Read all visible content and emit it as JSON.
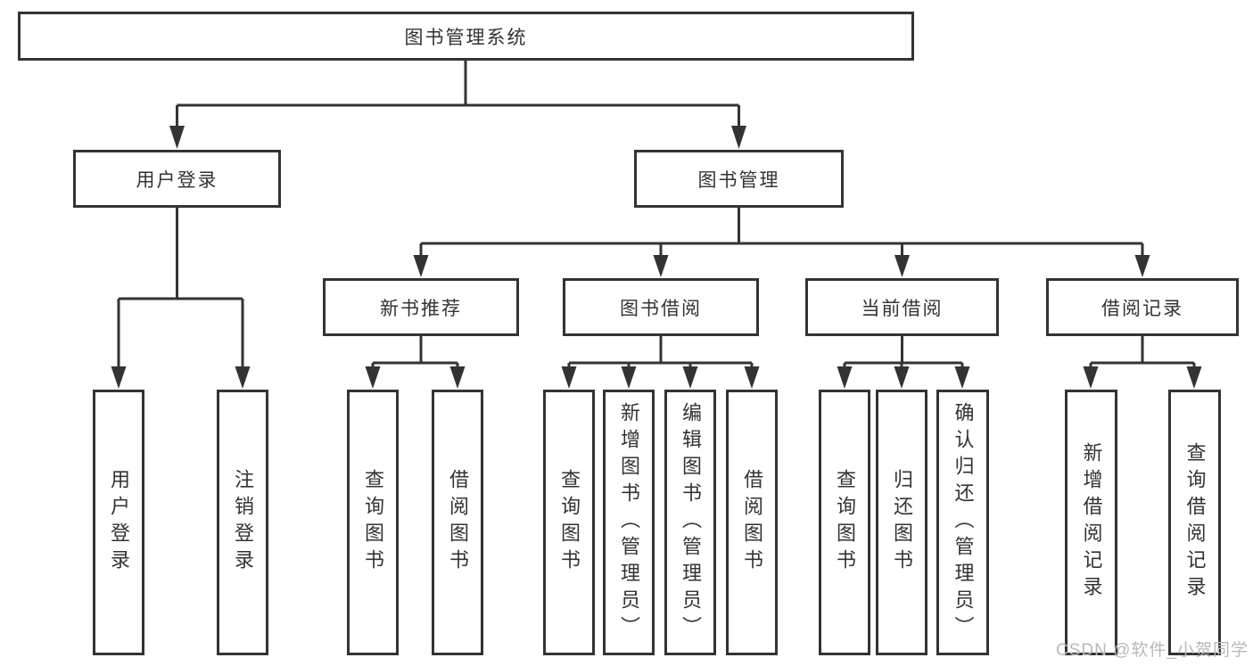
{
  "tree": {
    "root": {
      "label": "图书管理系统"
    },
    "branches": [
      {
        "label": "用户登录",
        "children": [
          {
            "label": "用户登录"
          },
          {
            "label": "注销登录"
          }
        ]
      },
      {
        "label": "图书管理",
        "children": [
          {
            "label": "新书推荐",
            "children": [
              {
                "label": "查询图书"
              },
              {
                "label": "借阅图书"
              }
            ]
          },
          {
            "label": "图书借阅",
            "children": [
              {
                "label": "查询图书"
              },
              {
                "label": "新增图书（管理员）"
              },
              {
                "label": "编辑图书（管理员）"
              },
              {
                "label": "借阅图书"
              }
            ]
          },
          {
            "label": "当前借阅",
            "children": [
              {
                "label": "查询图书"
              },
              {
                "label": "归还图书"
              },
              {
                "label": "确认归还（管理员）"
              }
            ]
          },
          {
            "label": "借阅记录",
            "children": [
              {
                "label": "新增借阅记录"
              },
              {
                "label": "查询借阅记录"
              }
            ]
          }
        ]
      }
    ]
  },
  "watermark": {
    "text": "CSDN @软件_小贺同学"
  },
  "colors": {
    "line": "#333333",
    "text": "#333333",
    "box_background": "#ffffff",
    "watermark": "#b9b9b9"
  }
}
